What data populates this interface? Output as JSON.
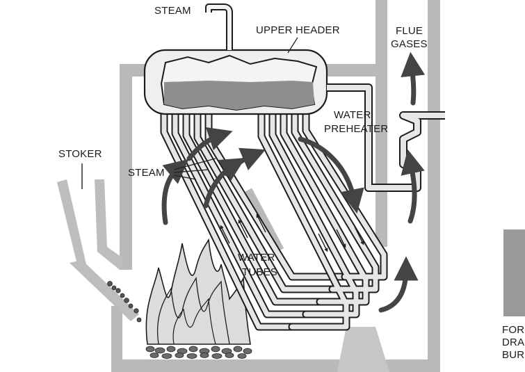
{
  "labels": {
    "steam_top": "STEAM",
    "upper_header": "UPPER HEADER",
    "flue_gases_1": "FLUE",
    "flue_gases_2": "GASES",
    "water_preheater_1": "WATER",
    "water_preheater_2": "PREHEATER",
    "stoker": "STOKER",
    "steam_tubes": "STEAM",
    "water_tubes_1": "WATER",
    "water_tubes_2": "TUBES",
    "forced_draft_1": "FOR",
    "forced_draft_2": "DRA",
    "forced_draft_3": "BUR"
  },
  "colors": {
    "wall": "#b9b9b9",
    "wall_dark": "#8d8d8d",
    "tube": "#e6e6e6",
    "outline": "#1c1c1c",
    "arrow": "#444444",
    "flame": "#dcdcdc"
  }
}
